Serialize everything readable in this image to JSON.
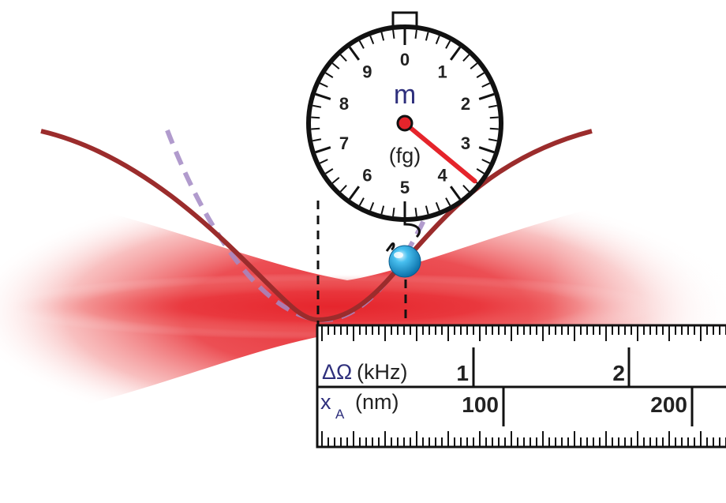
{
  "colors": {
    "beam": "#e5242b",
    "trap_curve": "#9b2c2c",
    "harmonic_fit": "#a38ac4",
    "needle": "#e5242b",
    "particle": "#1aa6e0",
    "label_symbol": "#2e2f7c",
    "ink": "#222222"
  },
  "gauge": {
    "symbol": "m",
    "unit": "(fg)",
    "dial_numbers": [
      "0",
      "1",
      "2",
      "3",
      "4",
      "5",
      "6",
      "7",
      "8",
      "9"
    ],
    "reading": 3.6
  },
  "ruler": {
    "top_row": {
      "symbol": "ΔΩ",
      "unit": "(kHz)",
      "ticks": [
        "1",
        "2"
      ]
    },
    "bottom_row": {
      "symbol": "x",
      "subscript": "A",
      "unit": "(nm)",
      "ticks": [
        "100",
        "200"
      ]
    }
  }
}
